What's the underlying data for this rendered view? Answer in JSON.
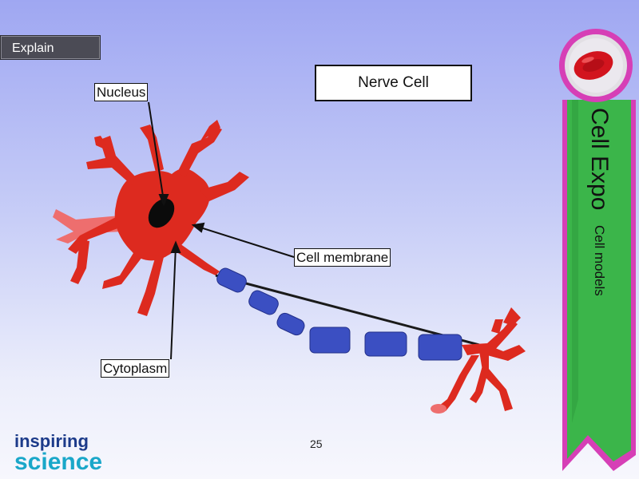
{
  "header": {
    "explain_label": "Explain"
  },
  "slide": {
    "title": "Nerve Cell",
    "page_number": "25"
  },
  "labels": {
    "nucleus": "Nucleus",
    "cell_membrane": "Cell membrane",
    "cytoplasm": "Cytoplasm"
  },
  "ribbon": {
    "title": "Cell Expo",
    "subtitle": "Cell models",
    "color": "#3bb54a",
    "badge_border": "#d63fb6"
  },
  "logo": {
    "line1": "inspiring",
    "line2": "science"
  },
  "colors": {
    "neuron_body": "#dd2a1f",
    "neuron_dendrite_light": "#ee6b6b",
    "axon_segment": "#3b4fc2",
    "nucleus": "#0b0b0b"
  }
}
